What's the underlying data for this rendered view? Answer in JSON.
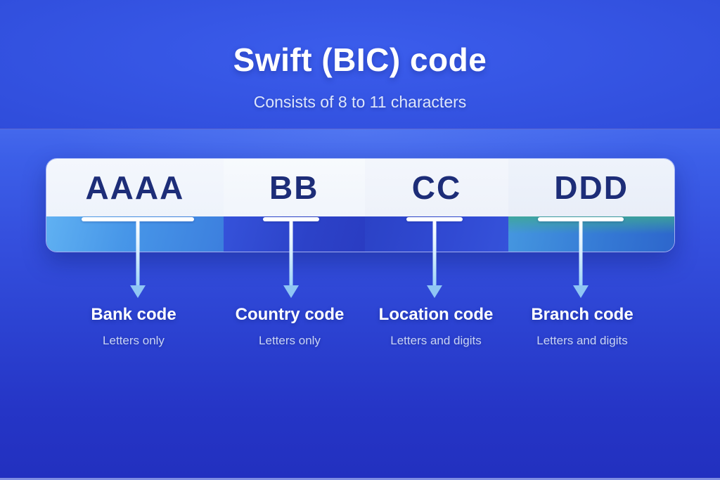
{
  "header": {
    "title": "Swift (BIC) code",
    "subtitle": "Consists of 8 to 11 characters"
  },
  "segments": [
    {
      "letters": "AAAA",
      "label": "Bank code",
      "note": "Letters only"
    },
    {
      "letters": "BB",
      "label": "Country code",
      "note": "Letters only"
    },
    {
      "letters": "CC",
      "label": "Location code",
      "note": "Letters and digits"
    },
    {
      "letters": "DDD",
      "label": "Branch code",
      "note": "Letters and digits"
    }
  ],
  "colors": {
    "background_top": "#2c46d4",
    "background_band_highlight": "#4468ec",
    "background_bottom": "#2230bf",
    "card_face": "#f2f6fc",
    "letters_navy": "#1d2d78",
    "strip_bank": "#4796e8",
    "strip_country": "#2c42c8",
    "strip_location": "#3049d2",
    "strip_branch_teal": "#3ea894",
    "strip_branch_blue": "#3478d4",
    "arrow_light_blue": "#8fc6f4",
    "label_text": "#ffffff",
    "note_text": "#c9d4f4"
  }
}
